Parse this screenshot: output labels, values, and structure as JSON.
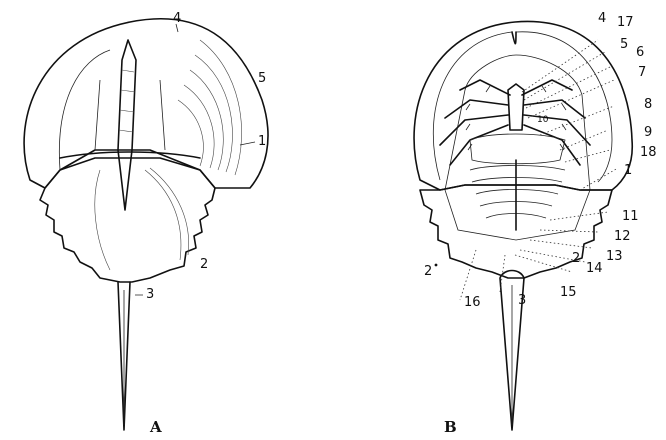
{
  "figures": [
    {
      "id": "A",
      "caption": "A",
      "labels": [
        "4",
        "5",
        "1",
        "2",
        "3"
      ]
    },
    {
      "id": "B",
      "caption": "B",
      "labels": [
        "4",
        "17",
        "5",
        "6",
        "7",
        "8",
        "9",
        "18",
        "1",
        "10",
        "11",
        "12",
        "13",
        "14",
        "2",
        "15",
        "3",
        "16",
        "2"
      ]
    }
  ]
}
